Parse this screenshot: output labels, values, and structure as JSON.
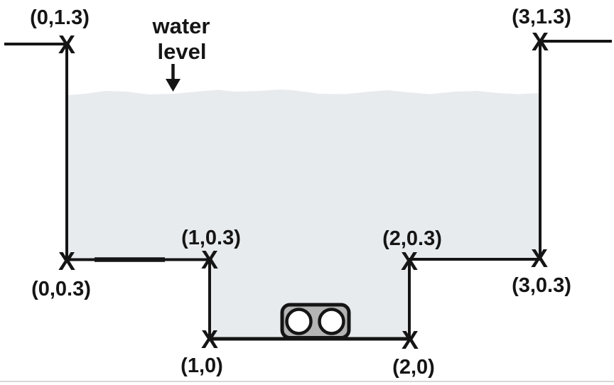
{
  "diagram": {
    "water_label": {
      "line1": "water",
      "line2": "level"
    },
    "marker_glyph": "X",
    "point_labels": {
      "top_left": "(0,1.3)",
      "top_right": "(3,1.3)",
      "mid_left": "(0,0.3)",
      "mid_left_inner": "(1,0.3)",
      "mid_right_inner": "(2,0.3)",
      "mid_right": "(3,0.3)",
      "bottom_left": "(1,0)",
      "bottom_right": "(2,0)"
    },
    "colors": {
      "water_fill": "#e8ebee",
      "line": "#151515",
      "pipe_fill": "#b4b4b4",
      "pipe_hole_fill": "#ffffff",
      "bottom_border": "#d8d8d8"
    }
  }
}
